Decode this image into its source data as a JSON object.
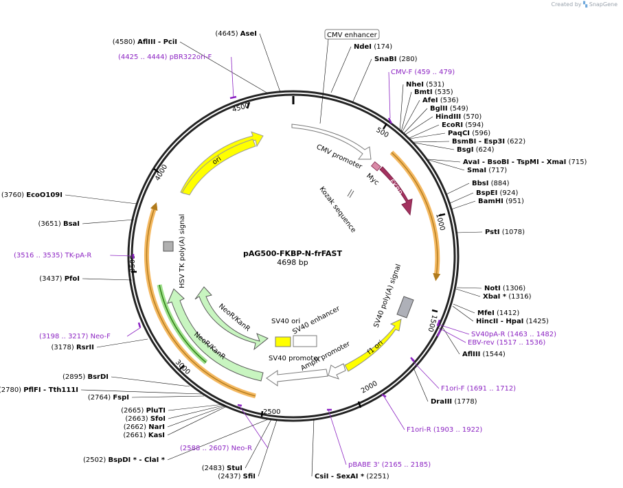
{
  "credit": {
    "created_by": "Created by",
    "brand": "SnapGene"
  },
  "plasmid": {
    "name": "pAG500-FKBP-N-frFAST",
    "length_label": "4698 bp"
  },
  "colors": {
    "primer": "#8b22c2",
    "ori": "#ffff00",
    "neo": "#c8f5c0",
    "fkbp": "#a3325f",
    "signal": "#b0b0b0"
  },
  "ticks": [
    "4500",
    "500",
    "1000",
    "1500",
    "2000",
    "2500",
    "3000",
    "3500",
    "4000"
  ],
  "features": [
    {
      "label": "CMV enhancer",
      "boxed": true
    },
    {
      "label": "CMV promoter"
    },
    {
      "label": "Myc"
    },
    {
      "label": "FKBP"
    },
    {
      "label": "Kozak sequence"
    },
    {
      "label": "ori"
    },
    {
      "label": "HSV TK poly(A) signal"
    },
    {
      "label": "NeoR/KanR"
    },
    {
      "label": "NeoR/KanR"
    },
    {
      "label": "SV40 ori"
    },
    {
      "label": "SV40 enhancer"
    },
    {
      "label": "SV40 promoter"
    },
    {
      "label": "AmpR promoter"
    },
    {
      "label": "f1 ori"
    },
    {
      "label": "SV40 poly(A) signal"
    }
  ],
  "sites": [
    {
      "pos": "(4645)",
      "name": "AseI"
    },
    {
      "pos": "(4580)",
      "name": "AflIII",
      "extra": "- PciI"
    },
    {
      "pos": "(174)",
      "name": "NdeI"
    },
    {
      "pos": "(280)",
      "name": "SnaBI"
    },
    {
      "pos": "(531)",
      "name": "NheI"
    },
    {
      "pos": "(535)",
      "name": "BmtI"
    },
    {
      "pos": "(536)",
      "name": "AfeI"
    },
    {
      "pos": "(549)",
      "name": "BglII"
    },
    {
      "pos": "(570)",
      "name": "HindIII"
    },
    {
      "pos": "(594)",
      "name": "EcoRI"
    },
    {
      "pos": "(596)",
      "name": "PaqCI"
    },
    {
      "pos": "(622)",
      "name": "BsmBI",
      "extra": "- Esp3I"
    },
    {
      "pos": "(624)",
      "name": "BsgI"
    },
    {
      "pos": "(715)",
      "name": "AvaI",
      "extra": "- BsoBI  - TspMI  - XmaI"
    },
    {
      "pos": "(717)",
      "name": "SmaI"
    },
    {
      "pos": "(884)",
      "name": "BbsI"
    },
    {
      "pos": "(924)",
      "name": "BspEI"
    },
    {
      "pos": "(951)",
      "name": "BamHI"
    },
    {
      "pos": "(1078)",
      "name": "PstI"
    },
    {
      "pos": "(1306)",
      "name": "NotI"
    },
    {
      "pos": "(1316)",
      "name": "XbaI *"
    },
    {
      "pos": "(1412)",
      "name": "MfeI"
    },
    {
      "pos": "(1425)",
      "name": "HincII",
      "extra": "- HpaI"
    },
    {
      "pos": "(1544)",
      "name": "AflIII"
    },
    {
      "pos": "(1778)",
      "name": "DraIII"
    },
    {
      "pos": "(2251)",
      "name": "CsiI",
      "extra": "- SexAI *"
    },
    {
      "pos": "(2437)",
      "name": "SfiI"
    },
    {
      "pos": "(2483)",
      "name": "StuI"
    },
    {
      "pos": "(2502)",
      "name": "BspDI *",
      "extra": "- ClaI *"
    },
    {
      "pos": "(2661)",
      "name": "KasI"
    },
    {
      "pos": "(2662)",
      "name": "NarI"
    },
    {
      "pos": "(2663)",
      "name": "SfoI"
    },
    {
      "pos": "(2665)",
      "name": "PluTI"
    },
    {
      "pos": "(2764)",
      "name": "FspI"
    },
    {
      "pos": "(2780)",
      "name": "PflFI",
      "extra": "- Tth111I"
    },
    {
      "pos": "(2895)",
      "name": "BsrDI"
    },
    {
      "pos": "(3178)",
      "name": "RsrII"
    },
    {
      "pos": "(3437)",
      "name": "PfoI"
    },
    {
      "pos": "(3651)",
      "name": "BsaI"
    },
    {
      "pos": "(3760)",
      "name": "EcoO109I"
    }
  ],
  "primers": [
    {
      "name": "pBR322ori-F",
      "range": "(4425 .. 4444)"
    },
    {
      "name": "CMV-F",
      "range": "(459 .. 479)"
    },
    {
      "name": "SV40pA-R",
      "range": "(1463 .. 1482)"
    },
    {
      "name": "EBV-rev",
      "range": "(1517 .. 1536)"
    },
    {
      "name": "F1ori-F",
      "range": "(1691 .. 1712)"
    },
    {
      "name": "F1ori-R",
      "range": "(1903 .. 1922)"
    },
    {
      "name": "pBABE 3'",
      "range": "(2165 .. 2185)"
    },
    {
      "name": "Neo-R",
      "range": "(2588 .. 2607)"
    },
    {
      "name": "Neo-F",
      "range": "(3198 .. 3217)"
    },
    {
      "name": "TK-pA-R",
      "range": "(3516 .. 3535)"
    }
  ]
}
